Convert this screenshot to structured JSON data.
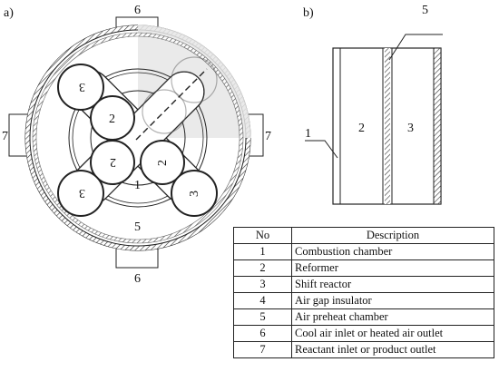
{
  "panels": {
    "a": {
      "label": "a)"
    },
    "b": {
      "label": "b)"
    }
  },
  "diagram_a": {
    "center_label": "1",
    "reformer_labels": [
      "2",
      "2",
      "2"
    ],
    "shift_labels": [
      "3",
      "3",
      "3"
    ],
    "chamber_label": "5",
    "ports": {
      "top": "6",
      "bottom": "6",
      "left": "7",
      "right": "7"
    }
  },
  "diagram_b": {
    "labels": {
      "left_wall": "1",
      "reformer": "2",
      "shift": "3",
      "gap": "5"
    }
  },
  "legend": {
    "headers": [
      "No",
      "Description"
    ],
    "rows": [
      {
        "no": "1",
        "desc": "Combustion chamber"
      },
      {
        "no": "2",
        "desc": "Reformer"
      },
      {
        "no": "3",
        "desc": "Shift reactor"
      },
      {
        "no": "4",
        "desc": "Air gap insulator"
      },
      {
        "no": "5",
        "desc": "Air preheat chamber"
      },
      {
        "no": "6",
        "desc": "Cool air inlet or heated air outlet"
      },
      {
        "no": "7",
        "desc": "Reactant inlet or product outlet"
      }
    ]
  },
  "colors": {
    "stroke": "#222222",
    "highlight": "#e6e6e6"
  }
}
